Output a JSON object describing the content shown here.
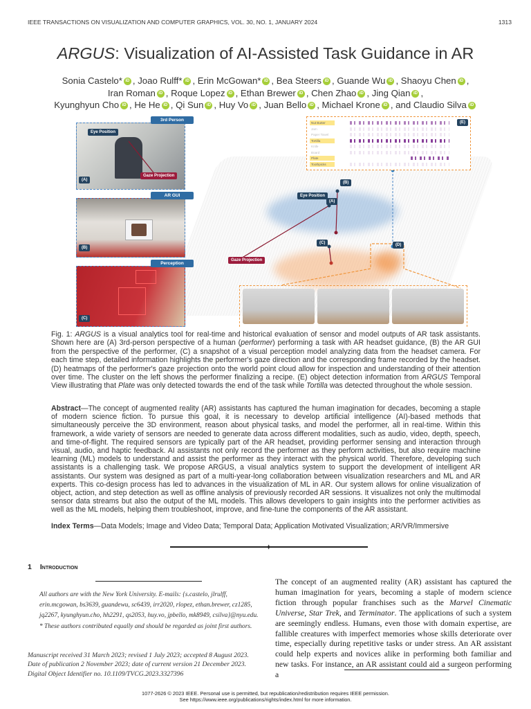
{
  "header": {
    "journal": "IEEE TRANSACTIONS ON VISUALIZATION AND COMPUTER GRAPHICS, VOL. 30, NO. 1, JANUARY 2024",
    "page": "1313"
  },
  "title": {
    "italic": "ARGUS",
    "rest": ": Visualization of AI-Assisted Task Guidance in AR"
  },
  "authors": [
    [
      "Sonia Castelo*",
      "Joao Rulff*",
      "Erin McGowan*",
      "Bea Steers",
      "Guande Wu",
      "Shaoyu Chen"
    ],
    [
      "Iran Roman",
      "Roque Lopez",
      "Ethan Brewer",
      "Chen Zhao",
      "Jing Qian"
    ],
    [
      "Kyunghyun Cho",
      "He He",
      "Qi Sun",
      "Huy Vo",
      "Juan Bello",
      "Michael Krone",
      "and Claudio Silva"
    ]
  ],
  "figure": {
    "tabs": {
      "a": "3rd Person",
      "b": "AR GUI",
      "c": "Perception"
    },
    "labels": {
      "eye": "Eye Position",
      "gaze": "Gaze Projection",
      "a": "(A)",
      "b": "(B)",
      "c": "(C)",
      "d": "(D)",
      "e": "(E)"
    },
    "temporal_rows": [
      "Nut Butter",
      "Jam",
      "Paper Towel",
      "Tortilla",
      "Knife",
      "Board",
      "Plate",
      "Toothpicks"
    ],
    "highlighted_rows": [
      "Nut Butter",
      "Tortilla",
      "Plate",
      "Toothpicks"
    ]
  },
  "caption": {
    "prefix": "Fig. 1: ",
    "argus": "ARGUS",
    "t1": " is a visual analytics tool for real-time and historical evaluation of sensor and model outputs of AR task assistants. Shown here are (A) 3rd-person perspective of a human (",
    "performer": "performer",
    "t2": ") performing a task with AR headset guidance, (B) the AR GUI from the perspective of the performer, (C) a snapshot of a visual perception model analyzing data from the headset camera. For each time step, detailed information highlights the performer's gaze direction and the corresponding frame recorded by the headset. (D) heatmaps of the performer's gaze projection onto the world point cloud allow for inspection and understanding of their attention over time. The cluster on the left shows the performer finalizing a recipe. (E) object detection information from ",
    "argus2": "ARGUS",
    "t3": " Temporal View illustrating that ",
    "plate": "Plate",
    "t4": " was only detected towards the end of the task while ",
    "tortilla": "Tortilla",
    "t5": " was detected throughout the whole session."
  },
  "abstract": {
    "label": "Abstract",
    "text": "—The concept of augmented reality (AR) assistants has captured the human imagination for decades, becoming a staple of modern science fiction. To pursue this goal, it is necessary to develop artificial intelligence (AI)-based methods that simultaneously perceive the 3D environment, reason about physical tasks, and model the performer, all in real-time. Within this framework, a wide variety of sensors are needed to generate data across different modalities, such as audio, video, depth, speech, and time-of-flight. The required sensors are typically part of the AR headset, providing performer sensing and interaction through visual, audio, and haptic feedback. AI assistants not only record the performer as they perform activities, but also require machine learning (ML) models to understand and assist the performer as they interact with the physical world. Therefore, developing such assistants is a challenging task. We propose ARGUS, a visual analytics system to support the development of intelligent AR assistants. Our system was designed as part of a multi-year-long collaboration between visualization researchers and ML and AR experts. This co-design process has led to advances in the visualization of ML in AR. Our system allows for online visualization of object, action, and step detection as well as offline analysis of previously recorded AR sessions. It visualizes not only the multimodal sensor data streams but also the output of the ML models. This allows developers to gain insights into the performer activities as well as the ML models, helping them troubleshoot, improve, and fine-tune the components of the AR assistant."
  },
  "index_terms": {
    "label": "Index Terms",
    "text": "—Data Models; Image and Video Data; Temporal Data; Application Motivated Visualization; AR/VR/Immersive"
  },
  "section": {
    "number": "1",
    "title": "Introduction"
  },
  "footnote": "All authors are with the New York University. E-mails: {s.castelo, jlrulff, erin.mcgowan, bs3639, guandewu, sc6439, irr2020, rlopez, ethan.brewer, cz1285, jq2267, kyunghyun.cho, hh2291, qs2053, huy.vo, jpbello, mk8949, csilva}@nyu.edu. * These authors contributed equally and should be regarded as joint first authors.",
  "manuscript": [
    "Manuscript received 31 March 2023; revised 1 July 2023; accepted 8 August 2023.",
    "Date of publication 2 November 2023; date of current version 21 December 2023.",
    "Digital Object Identifier no. 10.1109/TVCG.2023.3327396"
  ],
  "intro": {
    "t1": "The concept of an augmented reality (AR) assistant has captured the human imagination for years, becoming a staple of modern science fiction through popular franchises such as the ",
    "mcu": "Marvel Cinematic Universe",
    "t2": ", ",
    "st": "Star Trek",
    "t3": ", and ",
    "term": "Terminator",
    "t4": ". The applications of such a system are seemingly endless. Humans, even those with domain expertise, are fallible creatures with imperfect memories whose skills deteriorate over time, especially during repetitive tasks or under stress. An AR assistant could help experts and novices alike in performing both familiar and new tasks. For instance, an AR assistant could aid a surgeon performing a"
  },
  "footer": [
    "1077-2626 © 2023 IEEE. Personal use is permitted, but republication/redistribution requires IEEE permission.",
    "See https://www.ieee.org/publications/rights/index.html for more information."
  ],
  "colors": {
    "panel_blue": "#2f6ca3",
    "gaze_red": "#9c1c3c",
    "heat_orange": "#f0953a",
    "orcid_green": "#a6ce39",
    "detect_purple": "#7b2a8f"
  }
}
